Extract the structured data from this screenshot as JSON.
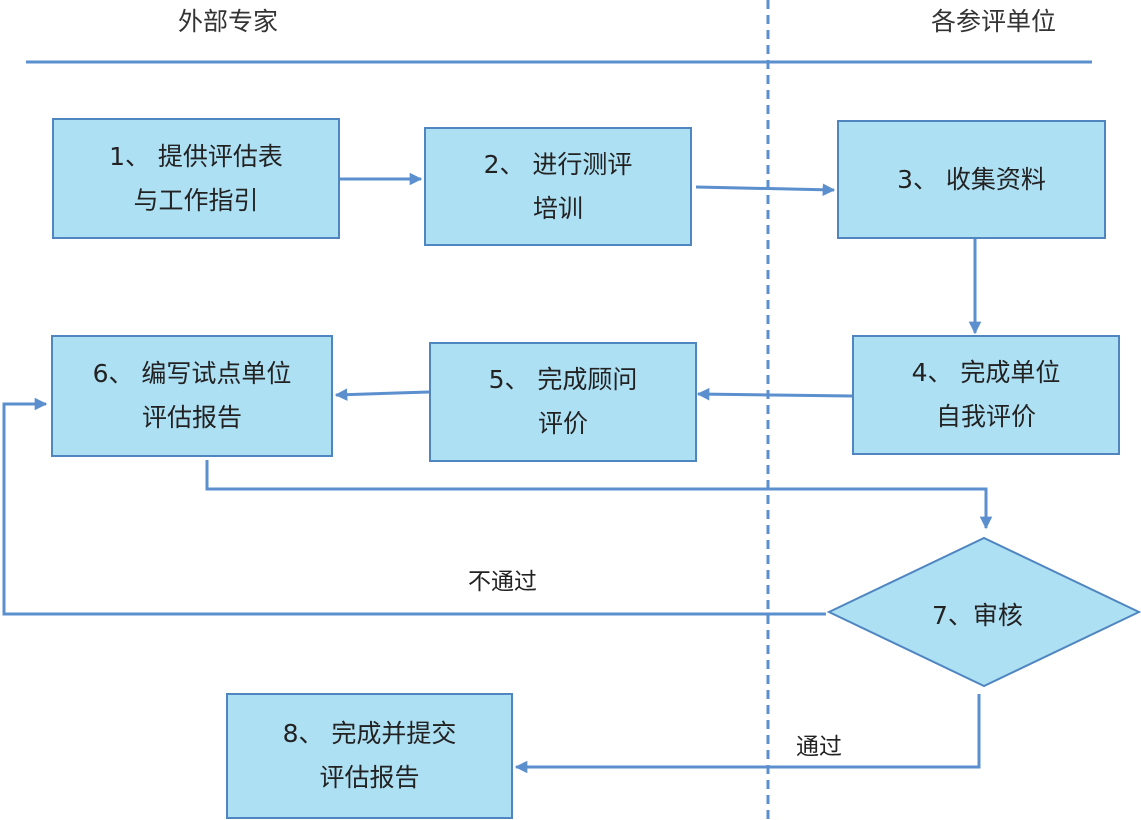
{
  "colors": {
    "box_fill": "#aee0f4",
    "box_border": "#4f86c0",
    "line": "#5b8fcd",
    "text": "#222222"
  },
  "lanes": {
    "left": "外部专家",
    "right": "各参评单位"
  },
  "steps": {
    "s1": {
      "line1": "1、 提供评估表",
      "line2": "与工作指引"
    },
    "s2": {
      "line1": "2、 进行测评",
      "line2": "培训"
    },
    "s3": {
      "line1": "3、 收集资料"
    },
    "s4": {
      "line1": "4、 完成单位",
      "line2": "自我评价"
    },
    "s5": {
      "line1": "5、 完成顾问",
      "line2": "评价"
    },
    "s6": {
      "line1": "6、 编写试点单位",
      "line2": "评估报告"
    },
    "s7": {
      "line1": "7、审核"
    },
    "s8": {
      "line1": "8、 完成并提交",
      "line2": "评估报告"
    }
  },
  "edges": {
    "fail": "不通过",
    "pass": "通过"
  }
}
